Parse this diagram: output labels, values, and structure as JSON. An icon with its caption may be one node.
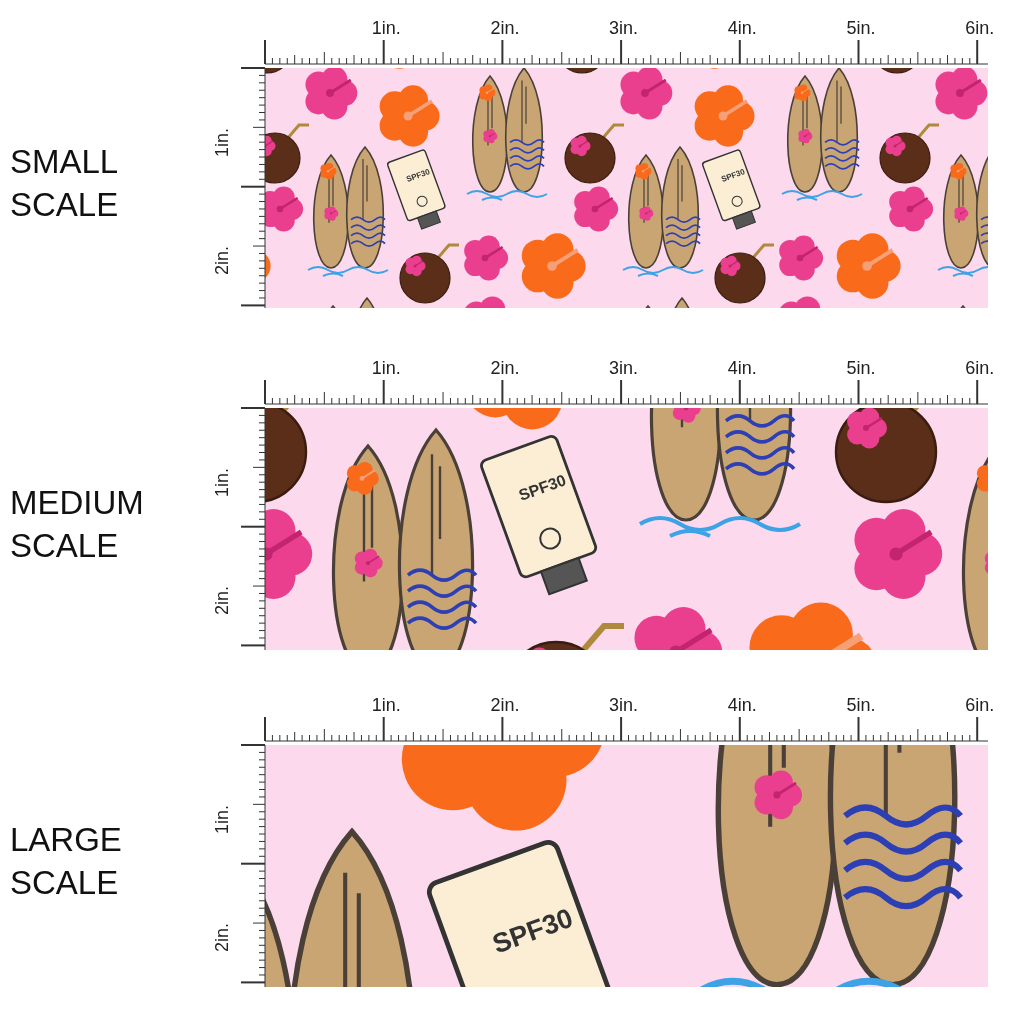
{
  "diagram": {
    "labels": [
      "SMALL SCALE",
      "1in.",
      "2in.",
      "3in.",
      "4in.",
      "5in.",
      "6in.",
      "1in.",
      "2in.",
      "SPF30",
      "SPF30",
      "MEDIUM SCALE",
      "1in.",
      "2in.",
      "3in.",
      "4in.",
      "5in.",
      "6in.",
      "1in.",
      "2in.",
      "SPF30",
      "LARGE SCALE",
      "1in.",
      "2in.",
      "3in.",
      "4in.",
      "5in.",
      "6in.",
      "1in.",
      "2in.",
      "SPF30"
    ]
  }
}
